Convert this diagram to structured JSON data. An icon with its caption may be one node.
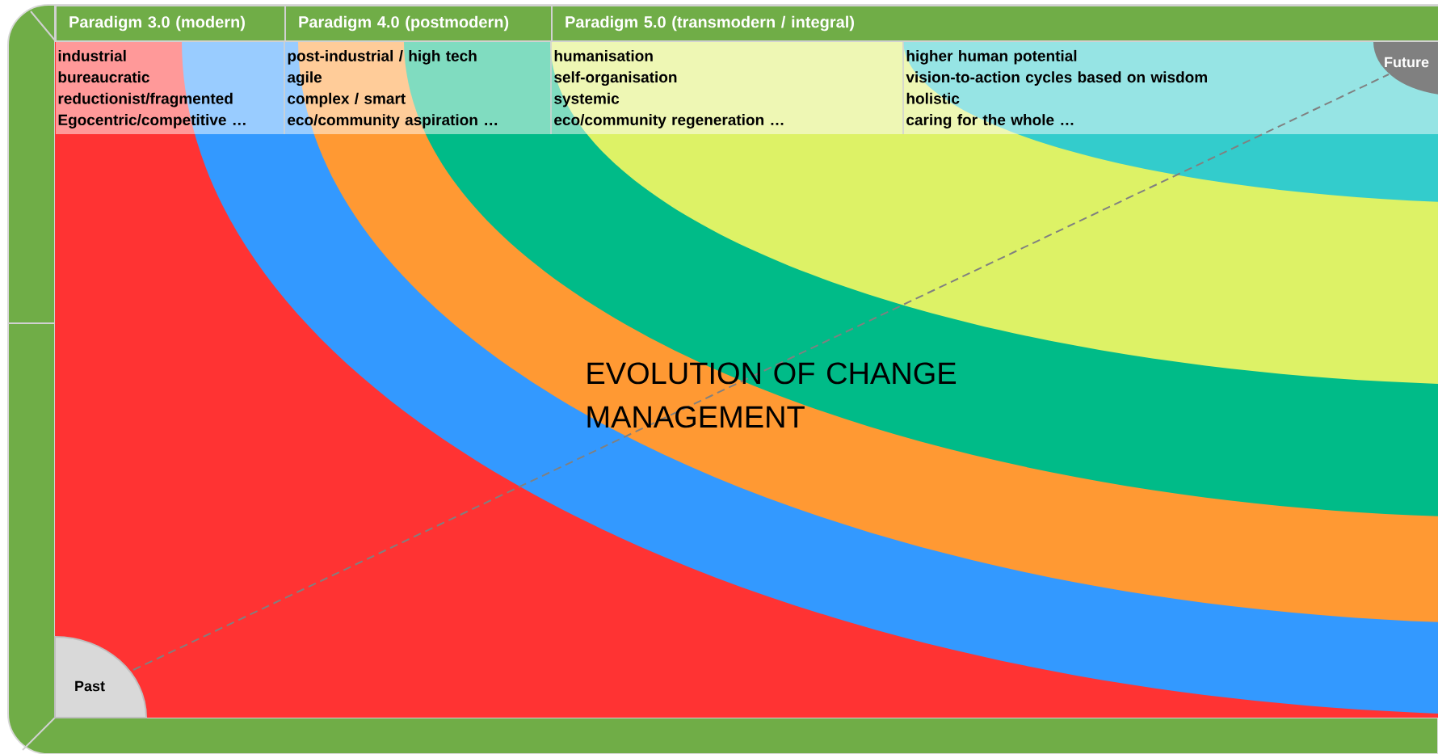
{
  "diagram": {
    "title": "EVOLUTION OF CHANGE MANAGEMENT",
    "nodes": [
      {
        "text": [
          "Paradigm 3.0 (modern)"
        ]
      },
      {
        "text": [
          "Paradigm 4.0 (postmodern)"
        ]
      },
      {
        "text": [
          "Paradigm 5.0 (transmodern / integral)"
        ]
      },
      {
        "text": [
          "industrial",
          "bureaucratic",
          "reductionist/fragmented",
          "Egocentric/competitive …"
        ]
      },
      {
        "text": [
          "post-industrial / high tech",
          "agile",
          "complex / smart",
          "eco/community aspiration …"
        ]
      },
      {
        "text": [
          "humanisation",
          "self-organisation",
          "systemic",
          "eco/community regeneration …"
        ]
      },
      {
        "text": [
          "higher human potential",
          "vision-to-action cycles based on wisdom",
          "holistic",
          "caring for the whole …"
        ]
      },
      {
        "text": [
          "Past"
        ]
      },
      {
        "text": [
          "Future"
        ]
      }
    ],
    "edges": [
      {
        "from": 7,
        "to": 8,
        "arrow": "none",
        "style": "dashed"
      }
    ]
  }
}
